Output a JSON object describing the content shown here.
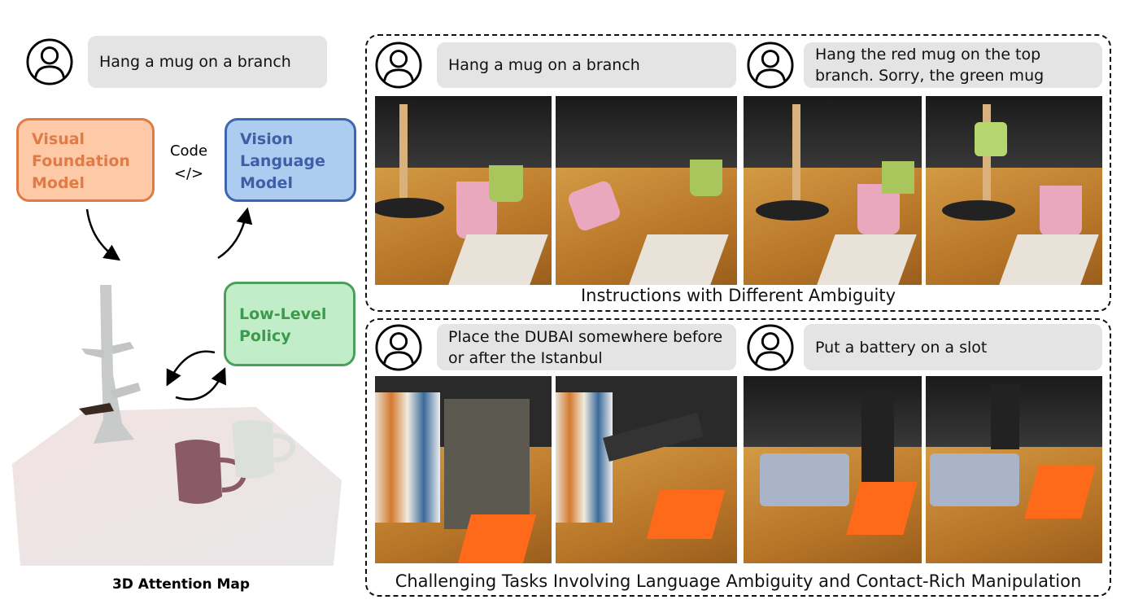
{
  "left_panel": {
    "user_instruction": "Hang a mug on a branch",
    "visual_foundation_model": "Visual Foundation Model",
    "code_label": "Code",
    "code_symbol": "</>",
    "vision_language_model": "Vision Language Model",
    "low_level_policy": "Low-Level Policy",
    "attention_map_caption": "3D Attention Map"
  },
  "panels": [
    {
      "caption": "Instructions with Different Ambiguity",
      "instructions": [
        "Hang a mug on a branch",
        "Hang the red mug on the top branch. Sorry, the green mug"
      ]
    },
    {
      "caption": "Challenging Tasks Involving Language Ambiguity and Contact-Rich Manipulation",
      "instructions": [
        "Place the DUBAI somewhere before or after the Istanbul",
        "Put a battery on a slot"
      ]
    }
  ],
  "colors": {
    "vfm_fill": "#fdc9a6",
    "vfm_border": "#e07b45",
    "vlm_fill": "#acccf0",
    "vlm_border": "#3e66b0",
    "policy_fill": "#c1eec8",
    "policy_border": "#4aa05a"
  }
}
